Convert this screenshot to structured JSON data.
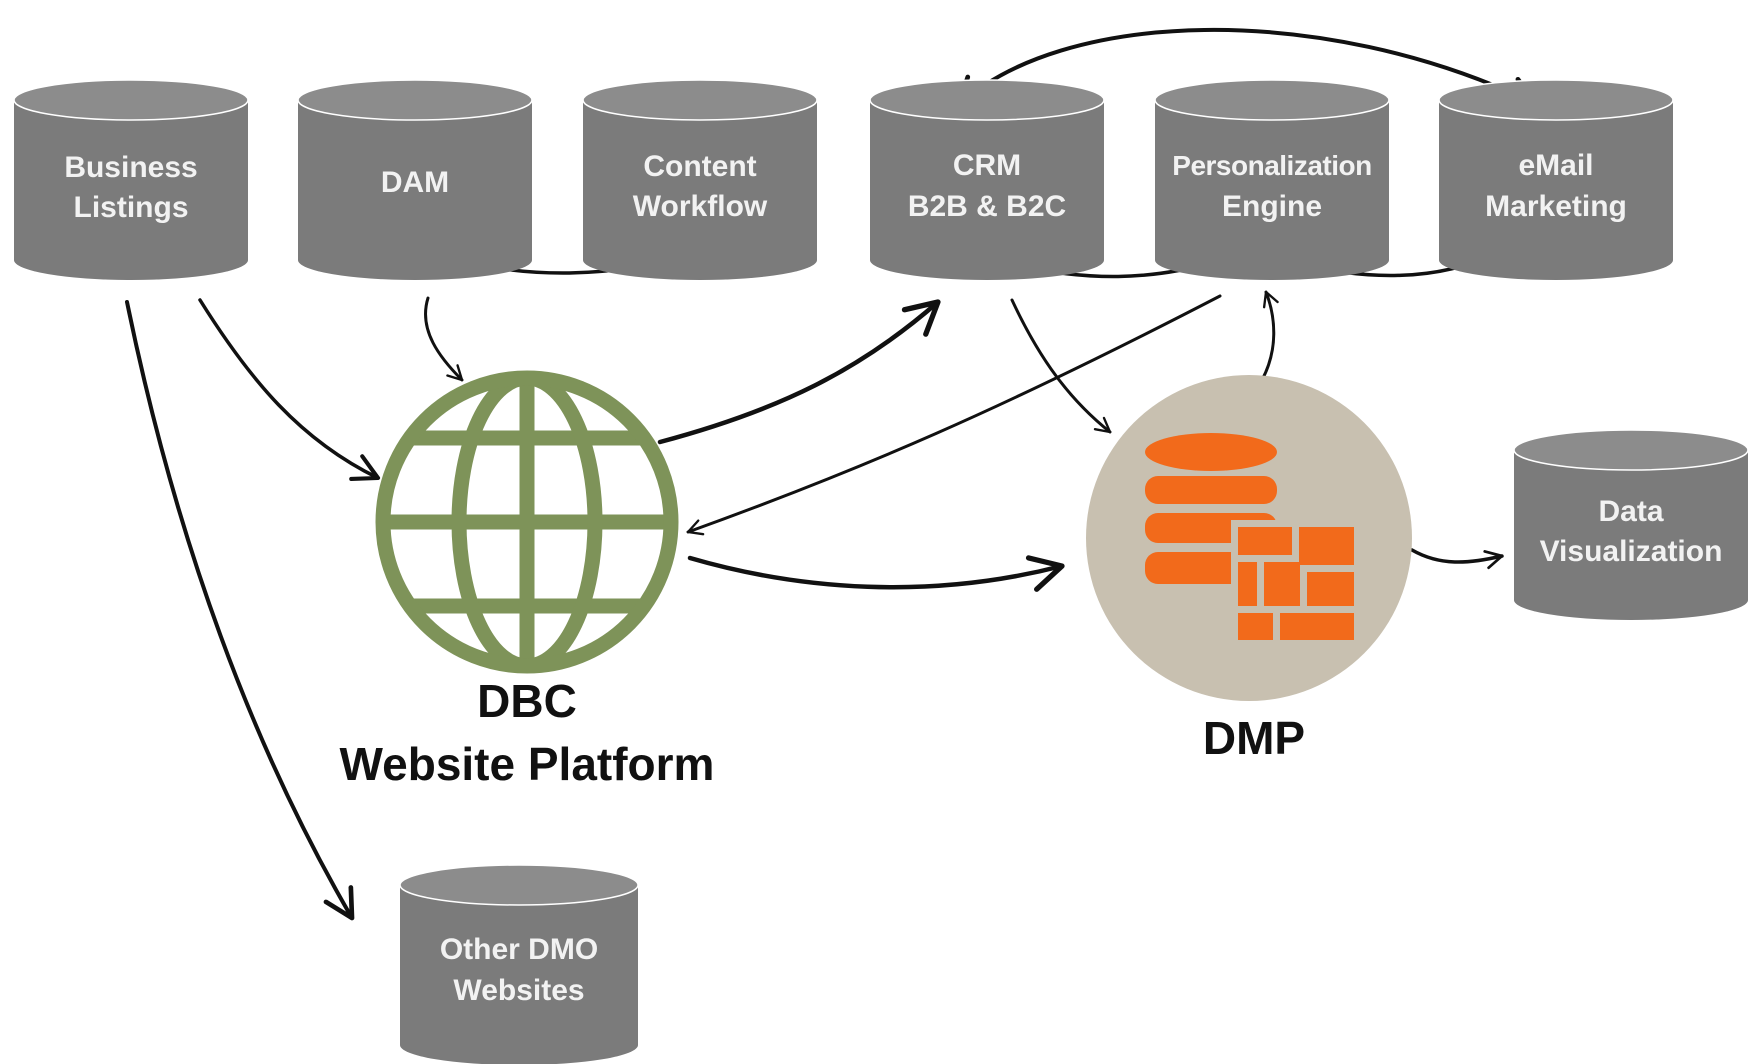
{
  "databases": {
    "business_listings": {
      "line1": "Business",
      "line2": "Listings"
    },
    "dam": {
      "line1": "DAM"
    },
    "content_workflow": {
      "line1": "Content",
      "line2": "Workflow"
    },
    "crm": {
      "line1": "CRM",
      "line2": "B2B & B2C"
    },
    "personalization_engine": {
      "line1": "Personalization",
      "line2": "Engine"
    },
    "email_marketing": {
      "line1": "eMail",
      "line2": "Marketing"
    },
    "data_visualization": {
      "line1": "Data",
      "line2": "Visualization"
    },
    "other_dmo_websites": {
      "line1": "Other DMO",
      "line2": "Websites"
    }
  },
  "hubs": {
    "dbc": {
      "line1": "DBC",
      "line2": "Website Platform"
    },
    "dmp": {
      "line1": "DMP"
    }
  },
  "colors": {
    "cylinder": "#7b7b7b",
    "cylinder_top": "#8c8c8c",
    "globe": "#7e9359",
    "dmp_circle": "#c8c0b0",
    "dmp_icon": "#f26a1b",
    "arrow": "#111111"
  },
  "icons": {
    "dbc": "globe-icon",
    "dmp": "database-bricks-icon"
  }
}
